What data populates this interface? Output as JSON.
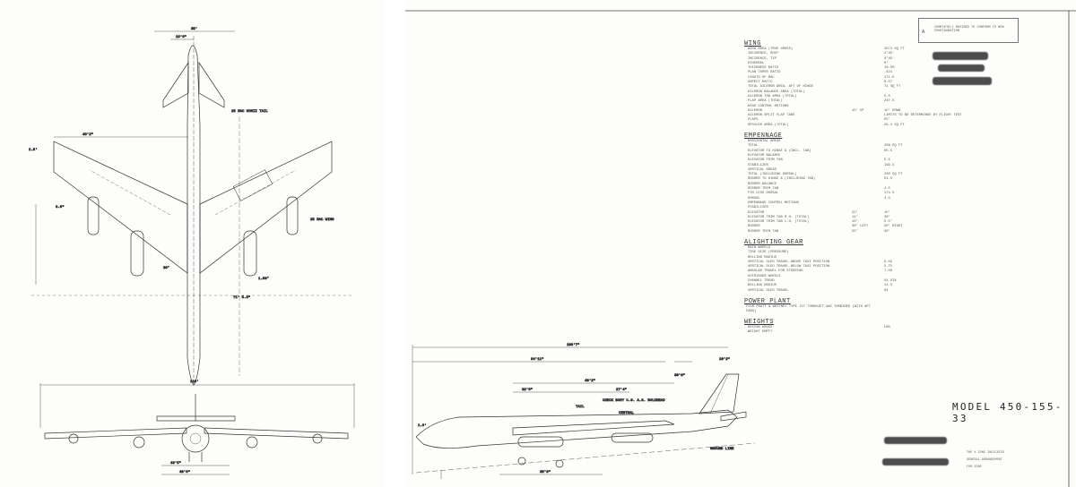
{
  "sheet": {
    "model": "MODEL 450-155-33",
    "revision": {
      "letter": "A",
      "note": "COMPLETELY REVISED TO CONFORM TO NEW CONFIGURATION"
    }
  },
  "plan_view": {
    "dims": [
      "35'",
      "16'6\"",
      "116'",
      "46'2\"",
      "25 MAC HORIZ TAIL",
      "25 MAC WING",
      "36°",
      "1.50°",
      "71' 5.3\"",
      "2.5'",
      "3.0\""
    ]
  },
  "front_view": {
    "dims": [
      "116'",
      "43'5\"",
      "48'9\""
    ]
  },
  "side_view": {
    "dims": [
      "109'7\"",
      "94'11\"",
      "48'2\"",
      "32'6\"",
      "27'4\"",
      "35'9\"",
      "10'2\"",
      "30'8\"",
      "1.9'"
    ],
    "labels": [
      "TAIL",
      "CENTRAL",
      "CHECK BODY C.G. A.S. BULKHEAD",
      "GROUND LINE"
    ]
  },
  "specs": {
    "wing": {
      "title": "WING",
      "rows": [
        {
          "label": "WING AREA (TRUE GROSS)",
          "mid": "",
          "value": "1572 SQ FT"
        },
        {
          "label": "INCIDENCE, ROOT",
          "mid": "",
          "value": "2°45'"
        },
        {
          "label": "INCIDENCE, TIP",
          "mid": "",
          "value": "0°45'"
        },
        {
          "label": "DIHEDRAL",
          "mid": "",
          "value": "0°"
        },
        {
          "label": "THICKNESS RATIO",
          "mid": "",
          "value": "10.5%"
        },
        {
          "label": "PLAN TAPER RATIO",
          "mid": "",
          "value": ".421"
        },
        {
          "label": "LENGTH OF MAC",
          "mid": "",
          "value": "171.5"
        },
        {
          "label": "ASPECT RATIO",
          "mid": "",
          "value": "8.57"
        },
        {
          "label": "TOTAL AILERON AREA, AFT OF HINGE",
          "mid": "",
          "value": "71 SQ FT"
        },
        {
          "label": "AILERON BALANCE AREA (TOTAL)",
          "mid": "",
          "value": ""
        },
        {
          "label": "AILERON TAB AREA (TOTAL)",
          "mid": "",
          "value": "5.0"
        },
        {
          "label": "FLAP AREA (TOTAL)",
          "mid": "",
          "value": "247.5"
        },
        {
          "label": "WING CONTROL MOTIONS",
          "mid": "",
          "value": ""
        },
        {
          "label": "AILERON",
          "mid": "15° UP",
          "value": "15° DOWN"
        },
        {
          "label": "AILERON SPLIT FLAP TABS",
          "mid": "",
          "value": "LIMITS TO BE DETERMINED BY FLIGHT TEST"
        },
        {
          "label": "FLAPS",
          "mid": "",
          "value": "55°"
        },
        {
          "label": "SPOILER AREA (TOTAL)",
          "mid": "",
          "value": "28.4 SQ FT"
        }
      ]
    },
    "empennage": {
      "title": "EMPENNAGE",
      "rows": [
        {
          "label": "HORIZONTAL AREAS",
          "mid": "",
          "value": ""
        },
        {
          "label": "TOTAL",
          "mid": "",
          "value": "268 SQ FT"
        },
        {
          "label": "ELEVATOR TO HINGE & (INCL. TAB)",
          "mid": "",
          "value": "65.5"
        },
        {
          "label": "ELEVATOR BALANCE",
          "mid": "",
          "value": ""
        },
        {
          "label": "ELEVATOR TRIM TAB",
          "mid": "",
          "value": "5.5"
        },
        {
          "label": "STABILIZER",
          "mid": "",
          "value": "199.5"
        },
        {
          "label": "VERTICAL AREAS",
          "mid": "",
          "value": ""
        },
        {
          "label": "TOTAL (INCLUDING DORSAL)",
          "mid": "",
          "value": "230 SQ FT"
        },
        {
          "label": "RUDDER TO HINGE & (INCLUDING TAB)",
          "mid": "",
          "value": "51.5"
        },
        {
          "label": "RUDDER BALANCE",
          "mid": "",
          "value": ""
        },
        {
          "label": "RUDDER TRIM TAB",
          "mid": "",
          "value": "4.5"
        },
        {
          "label": "FIN LESS DORSAL",
          "mid": "",
          "value": "174.5"
        },
        {
          "label": "DORSAL",
          "mid": "",
          "value": "4.0"
        },
        {
          "label": "EMPENNAGE CONTROL MOTIONS",
          "mid": "",
          "value": ""
        },
        {
          "label": "STABILIZER",
          "mid": "",
          "value": ""
        },
        {
          "label": "ELEVATOR",
          "mid": "23°",
          "value": "15°"
        },
        {
          "label": "ELEVATOR TRIM TAB R.H. (TOTAL)",
          "mid": "14°",
          "value": "30°"
        },
        {
          "label": "ELEVATOR TRIM TAB L.H. (TOTAL)",
          "mid": "10°",
          "value": "5.5°"
        },
        {
          "label": "RUDDER",
          "mid": "30° LEFT",
          "value": "30° RIGHT"
        },
        {
          "label": "RUDDER TRIM TAB",
          "mid": "55°",
          "value": "30°"
        }
      ]
    },
    "alighting": {
      "title": "ALIGHTING GEAR",
      "rows": [
        {
          "label": "MAIN WHEELS",
          "mid": "",
          "value": ""
        },
        {
          "label": "TIRE SIZE (PRESSURE)",
          "mid": "",
          "value": ""
        },
        {
          "label": "ROLLING RADIUS",
          "mid": "",
          "value": ""
        },
        {
          "label": "VERTICAL OLEO TRAVEL ABOVE TAXI POSITION",
          "mid": "",
          "value": "6.55"
        },
        {
          "label": "VERTICAL OLEO TRAVEL BELOW TAXI POSITION",
          "mid": "",
          "value": "5.75"
        },
        {
          "label": "ANGULAR TRAVEL FOR STEERING",
          "mid": "",
          "value": "7.50"
        },
        {
          "label": "OUTRIGGER WHEELS",
          "mid": "",
          "value": ""
        },
        {
          "label": "CHANNEL TREAD",
          "mid": "",
          "value": "54 DIA"
        },
        {
          "label": "ROLLING RADIUS",
          "mid": "",
          "value": "11.5"
        },
        {
          "label": "VERTICAL OLEO TRAVEL",
          "mid": "",
          "value": "04"
        }
      ]
    },
    "power": {
      "title": "POWER PLANT",
      "text": "FOUR PRATT & WHITNEY TYPE J57 TURBOJET GAS TURBINES (WITH AFT FANS)"
    },
    "weights": {
      "title": "WEIGHTS",
      "rows": [
        {
          "label": "DESIGN GROSS",
          "mid": "",
          "value": "LBS"
        },
        {
          "label": "WEIGHT EMPTY",
          "mid": "",
          "value": ""
        }
      ]
    }
  },
  "footnotes": [
    "THE X ZONE INDICATES",
    "GENERAL ARRANGEMENT",
    "FOR ZONE"
  ]
}
